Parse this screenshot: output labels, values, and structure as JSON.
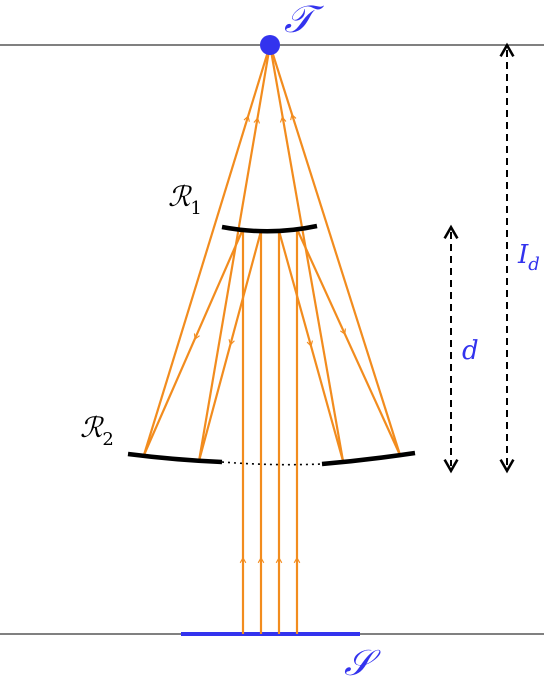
{
  "labels": {
    "target": "𝒯",
    "source": "𝒮",
    "mirror1_main": "ℛ",
    "mirror1_sub": "1",
    "mirror2_main": "ℛ",
    "mirror2_sub": "2",
    "dist_d": "d",
    "dist_I_main": "I",
    "dist_I_sub": "d"
  },
  "colors": {
    "ray": "#F28C1E",
    "accent": "#3333EE",
    "line": "#000000"
  }
}
